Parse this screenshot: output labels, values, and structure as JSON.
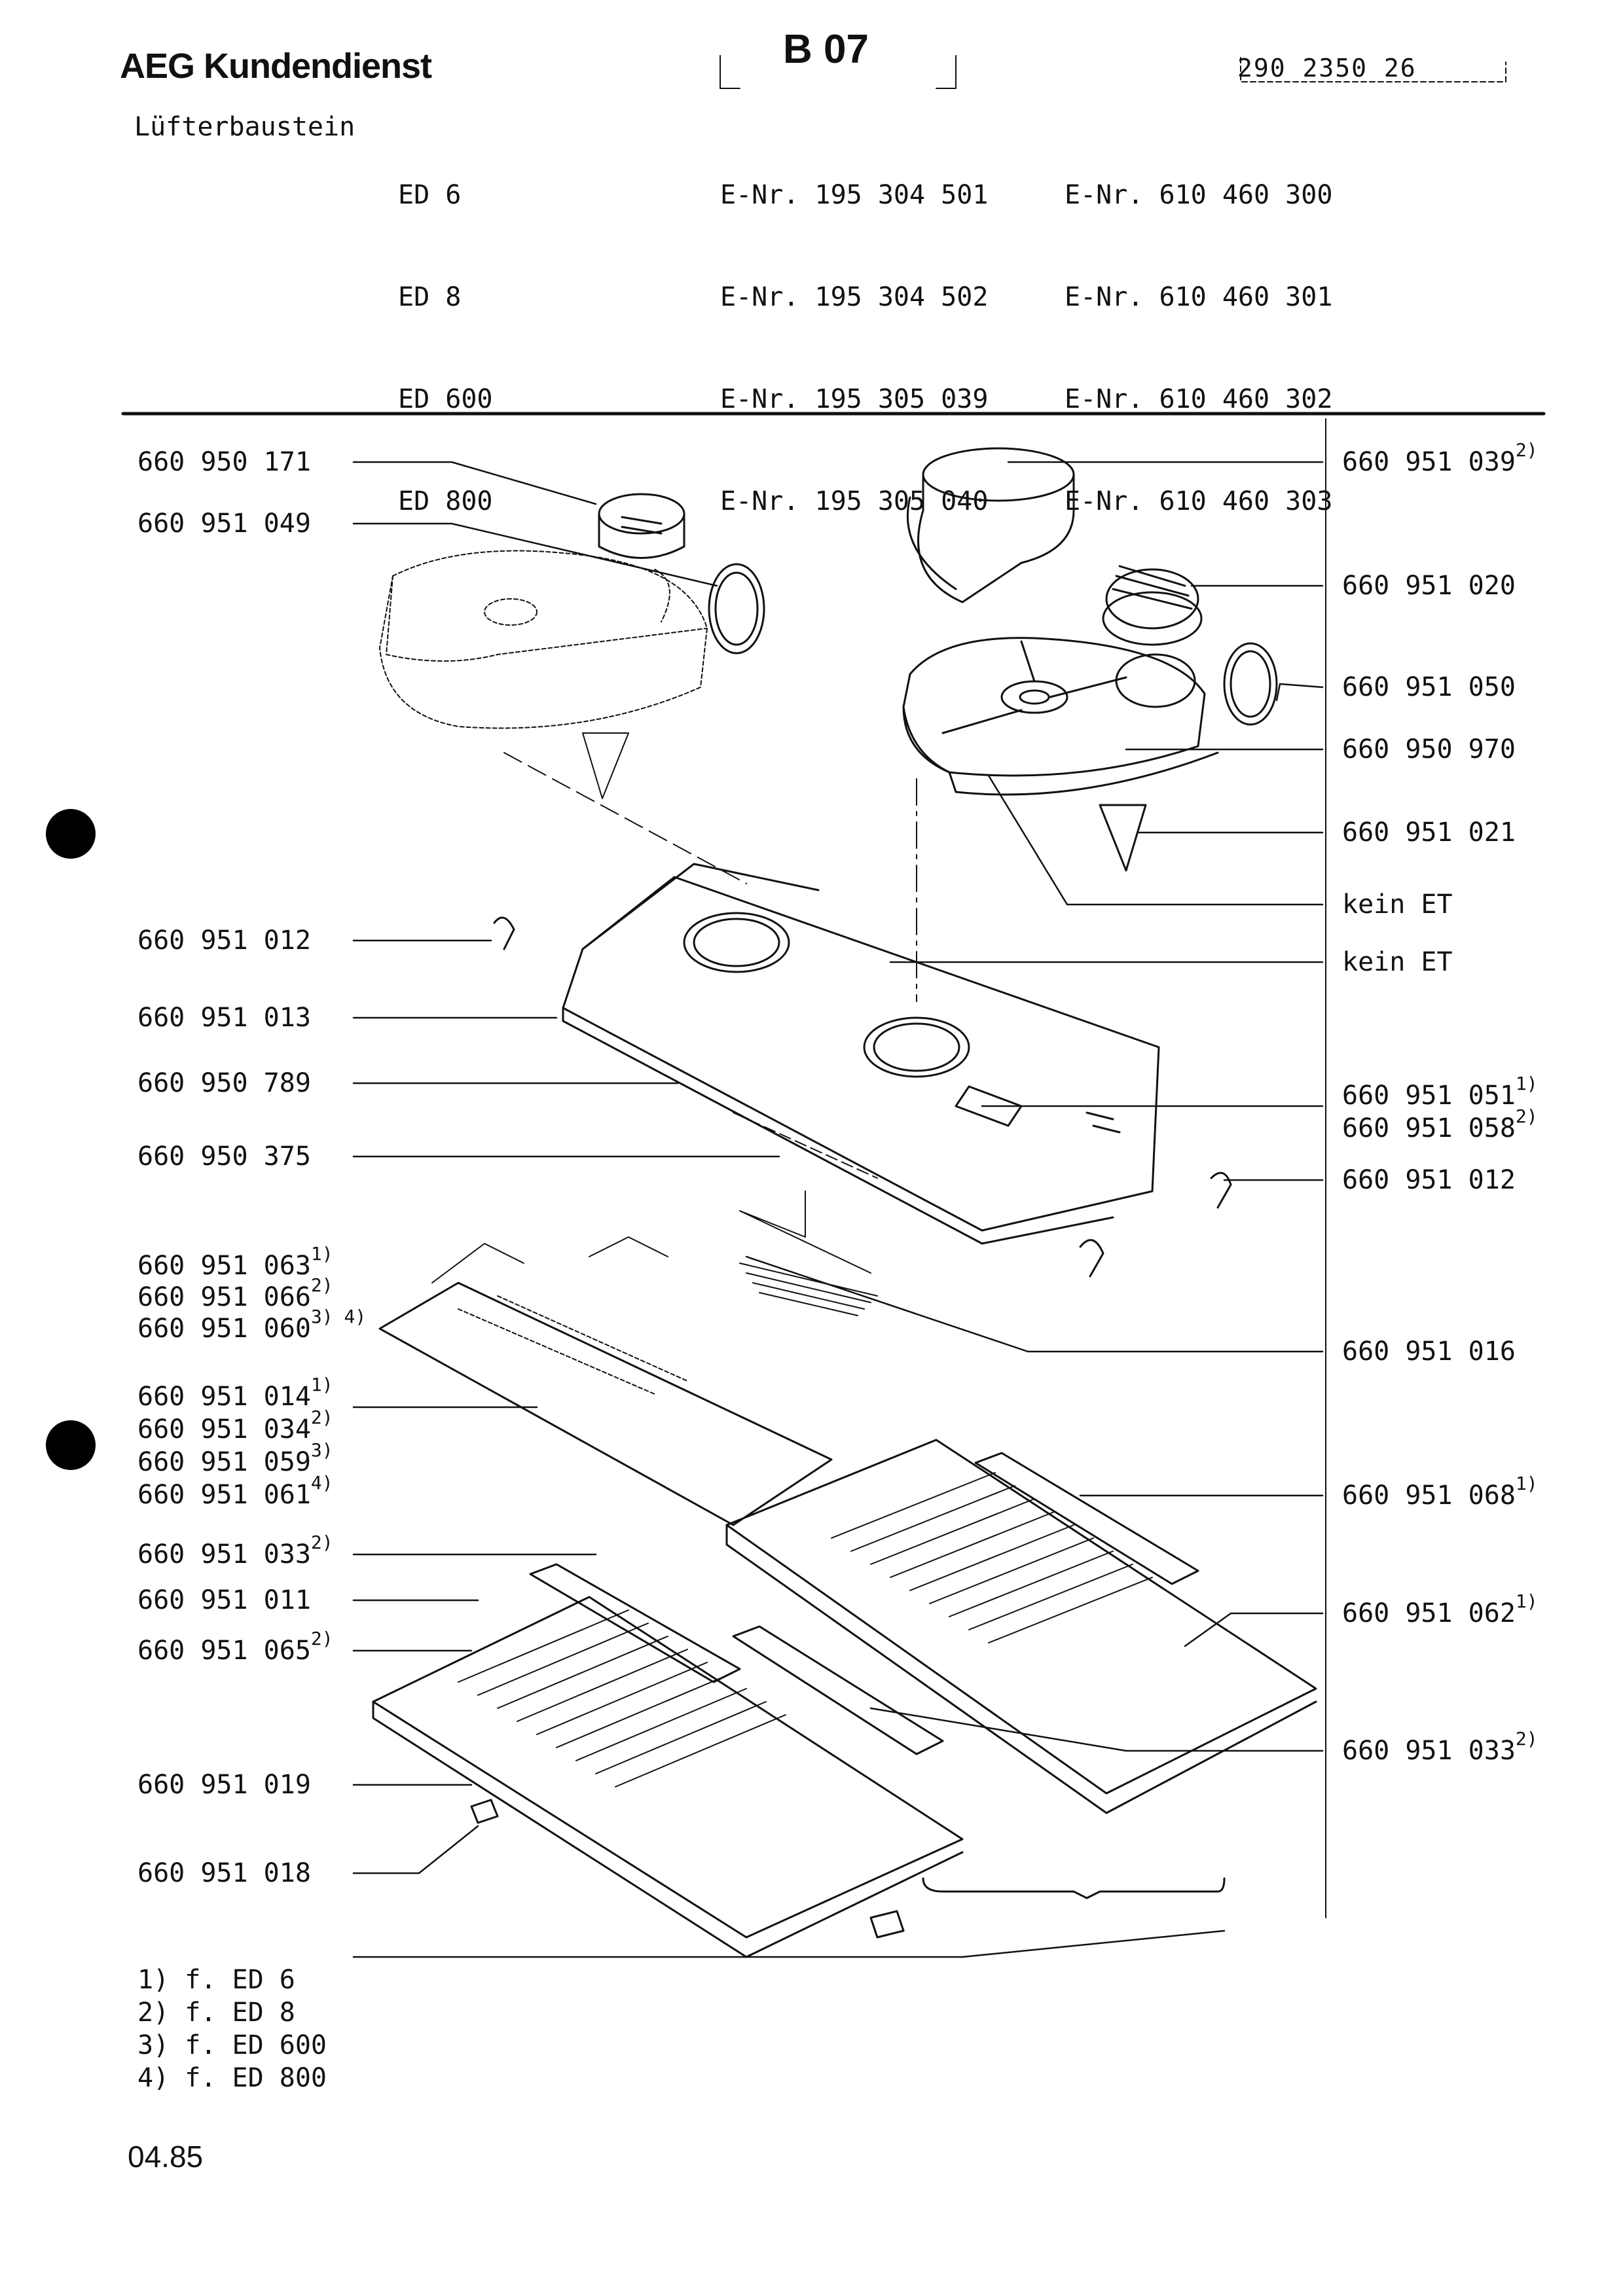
{
  "header": {
    "brand": "AEG Kundendienst",
    "page_code": "B 07",
    "doc_number": "290 2350 26",
    "product": "Lüfterbaustein",
    "models": [
      "ED 6",
      "ED 8",
      "ED 600",
      "ED 800"
    ],
    "e_nr_a": [
      "E-Nr. 195 304 501",
      "E-Nr. 195 304 502",
      "E-Nr. 195 305 039",
      "E-Nr. 195 305 040"
    ],
    "e_nr_b": [
      "E-Nr. 610 460 300",
      "E-Nr. 610 460 301",
      "E-Nr. 610 460 302",
      "E-Nr. 610 460 303"
    ]
  },
  "parts_left": [
    {
      "number": "660 950 171"
    },
    {
      "number": "660 951 049"
    },
    {
      "number": "660 951 012"
    },
    {
      "number": "660 951 013"
    },
    {
      "number": "660 950 789"
    },
    {
      "number": "660 950 375"
    },
    {
      "number": "660 951 063",
      "sup": "1)"
    },
    {
      "number": "660 951 066",
      "sup": "2)"
    },
    {
      "number": "660 951 060",
      "sup": "3) 4)"
    },
    {
      "number": "660 951 014",
      "sup": "1)"
    },
    {
      "number": "660 951 034",
      "sup": "2)"
    },
    {
      "number": "660 951 059",
      "sup": "3)"
    },
    {
      "number": "660 951 061",
      "sup": "4)"
    },
    {
      "number": "660 951 033",
      "sup": "2)"
    },
    {
      "number": "660 951 011"
    },
    {
      "number": "660 951 065",
      "sup": "2)"
    },
    {
      "number": "660 951 019"
    },
    {
      "number": "660 951 018"
    }
  ],
  "parts_right": [
    {
      "number": "660 951 039",
      "sup": "2)"
    },
    {
      "number": "660 951 020"
    },
    {
      "number": "660 951 050"
    },
    {
      "number": "660 950 970"
    },
    {
      "number": "660 951 021"
    },
    {
      "number": "kein ET"
    },
    {
      "number": "kein ET"
    },
    {
      "number": "660 951 051",
      "sup": "1)"
    },
    {
      "number": "660 951 058",
      "sup": "2)"
    },
    {
      "number": "660 951 012"
    },
    {
      "number": "660 951 016"
    },
    {
      "number": "660 951 068",
      "sup": "1)"
    },
    {
      "number": "660 951 062",
      "sup": "1)"
    },
    {
      "number": "660 951 033",
      "sup": "2)"
    }
  ],
  "footnotes": [
    "1) f. ED 6",
    "2) f. ED 8",
    "3) f. ED 600",
    "4) f. ED 800"
  ],
  "date": "04.85"
}
